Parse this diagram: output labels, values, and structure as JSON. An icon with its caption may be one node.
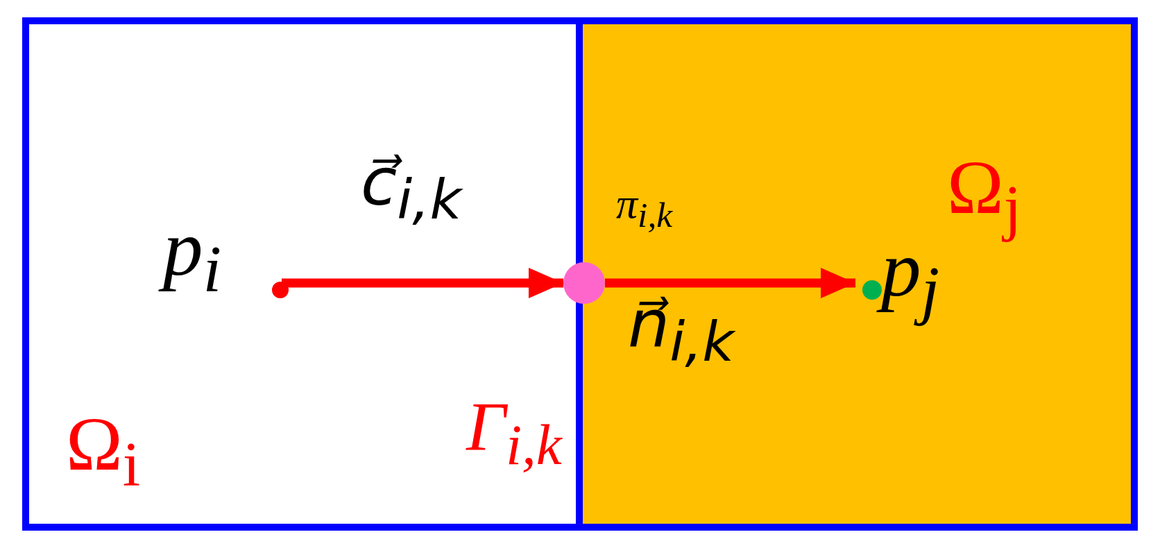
{
  "diagram": {
    "nodes": [
      {
        "text": [
          "Ω$_{i}$"
        ]
      },
      {
        "text": [
          "Ω$_{j}$"
        ]
      },
      {
        "text": [],
        "shape": "circle",
        "in": 0,
        "beside": [
          "p$_{i}$"
        ]
      },
      {
        "text": [],
        "shape": "circle"
      },
      {
        "text": [],
        "shape": "circle",
        "in": 1,
        "beside": [
          "p$_{j}$"
        ]
      }
    ],
    "edges": [
      {
        "from": 2,
        "to": 3,
        "arrow": "to",
        "label": "c⃗$_{i,k}$"
      },
      {
        "from": 3,
        "to": 4,
        "arrow": "to",
        "label": "n⃗$_{i,k}$"
      }
    ],
    "labels": [
      "π$_{i,k}$",
      "Γ$_{i,k}$"
    ]
  }
}
